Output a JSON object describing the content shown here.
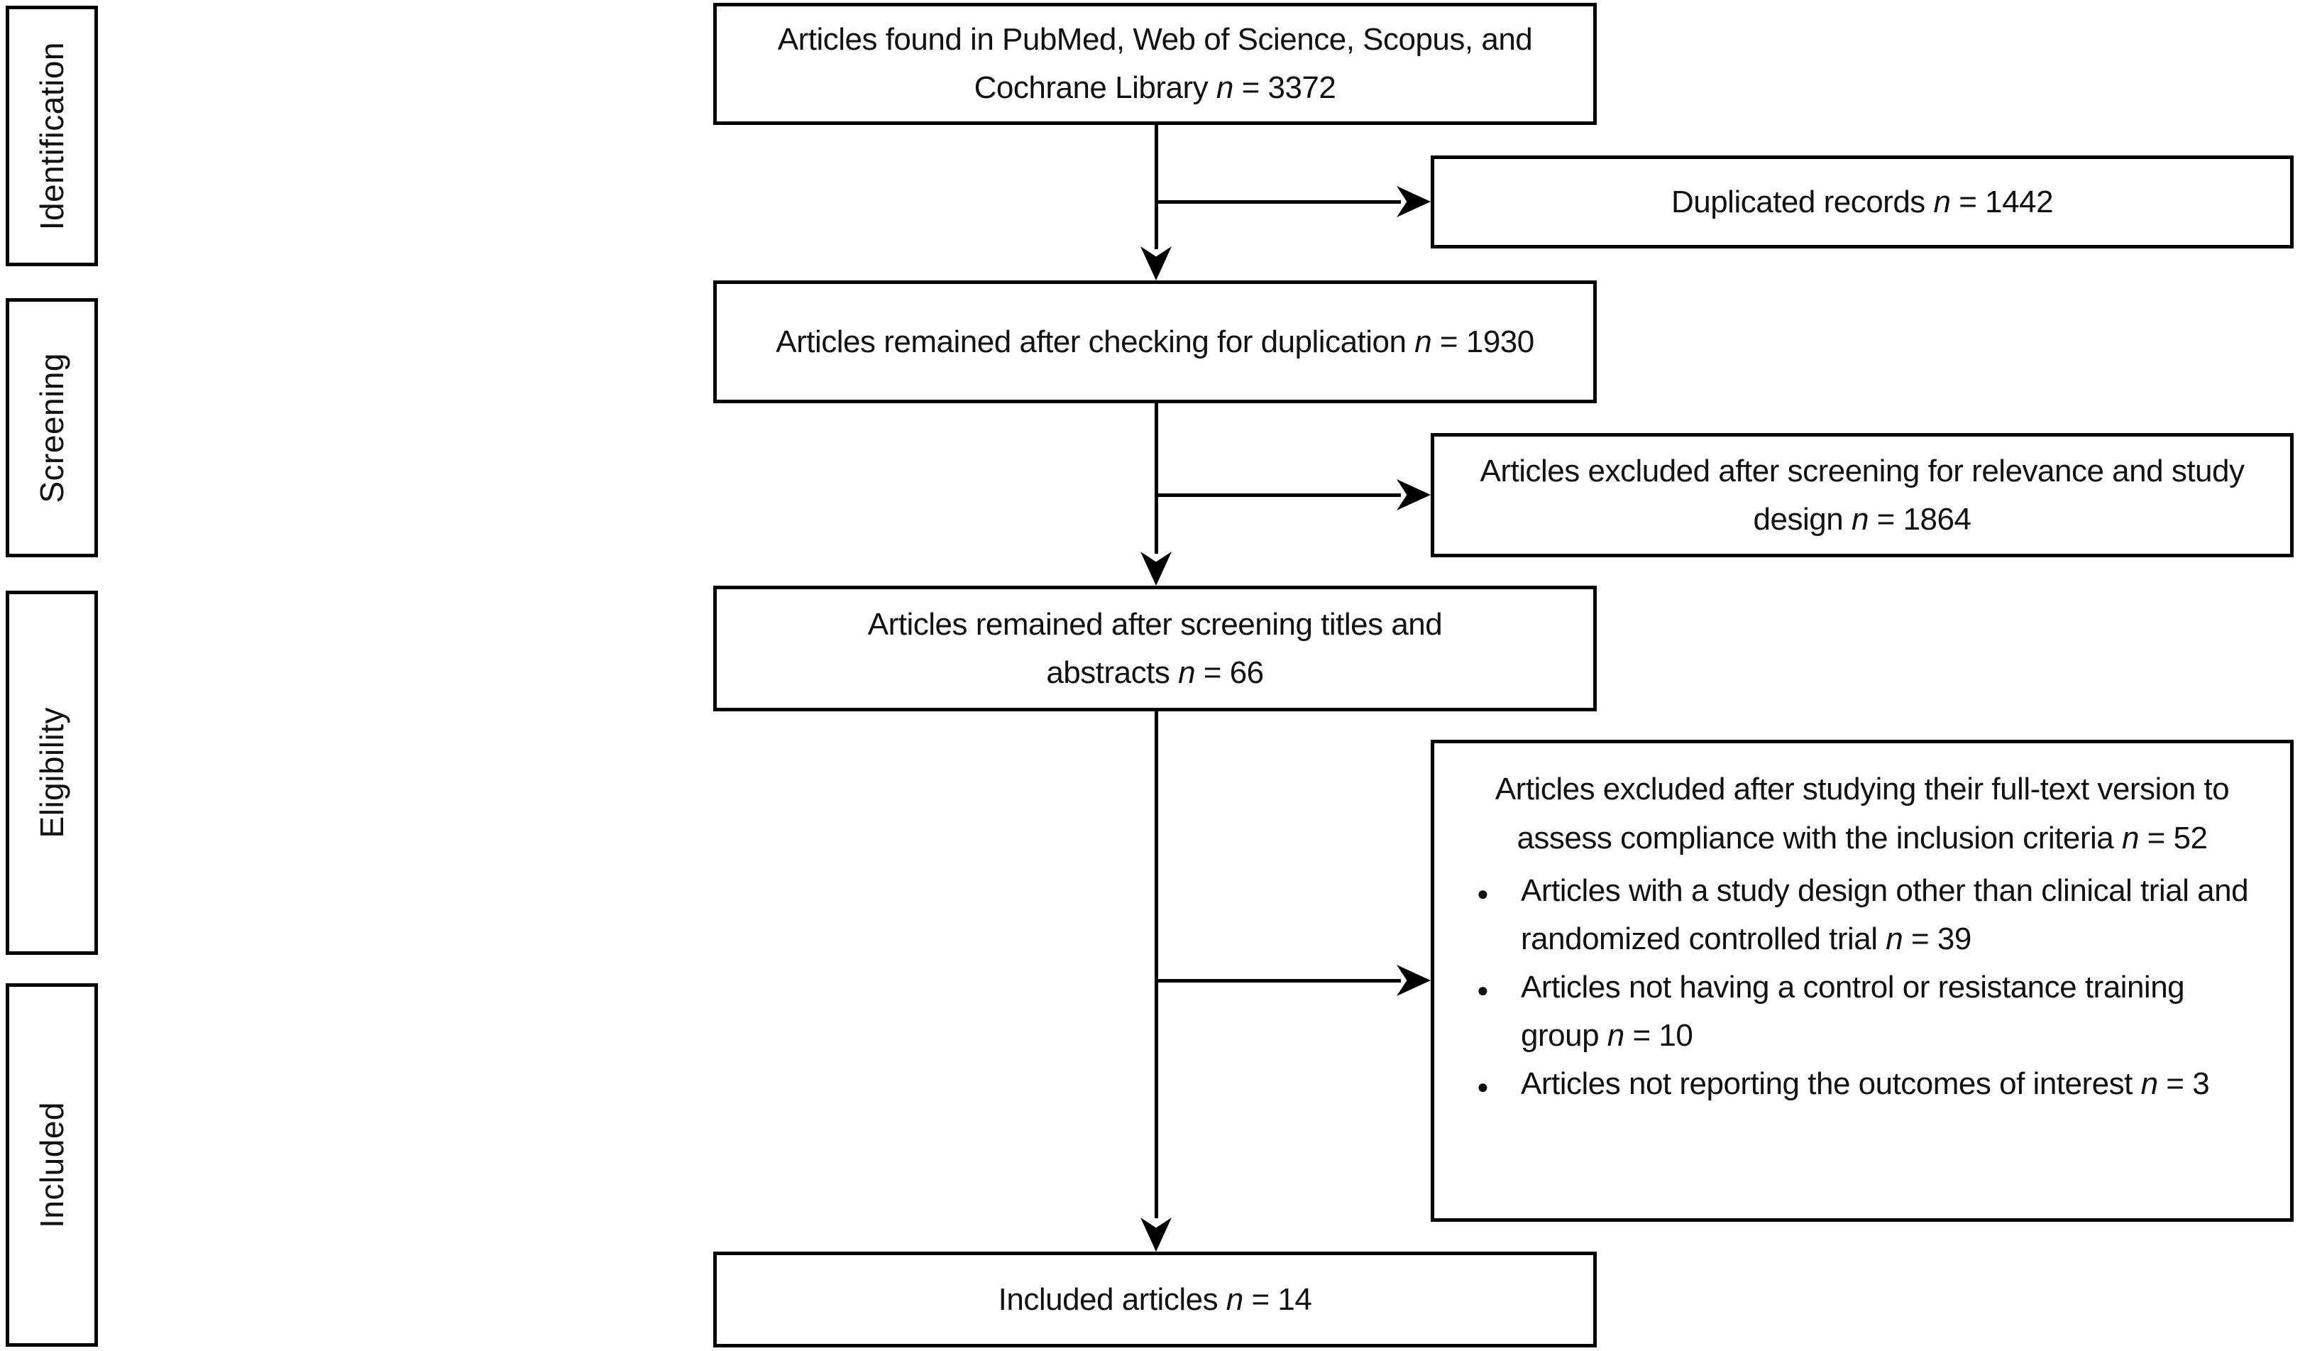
{
  "stages": [
    {
      "label": "Identification"
    },
    {
      "label": "Screening"
    },
    {
      "label": "Eligibility"
    },
    {
      "label": "Included"
    }
  ],
  "boxes": {
    "found": "Articles found in PubMed, Web of Science, Scopus, and Cochrane Library n = 3372",
    "duplicated": "Duplicated records n = 1442",
    "after_duplication": "Articles remained after checking for duplication n = 1930",
    "excluded_screening": "Articles excluded after screening for relevance and study design n = 1864",
    "after_screening": "Articles remained after screening titles and abstracts n = 66",
    "excluded_fulltext": {
      "heading": "Articles excluded after studying their full-text version to assess compliance with the inclusion criteria n = 52",
      "reasons": [
        "Articles with a study design other than clinical trial and randomized controlled trial n = 39",
        "Articles not having a control or resistance training group n = 10",
        "Articles not reporting the outcomes of interest n = 3"
      ]
    },
    "included": "Included articles n = 14"
  },
  "colors": {
    "line": "#000000",
    "text": "#111111",
    "background": "#ffffff"
  }
}
